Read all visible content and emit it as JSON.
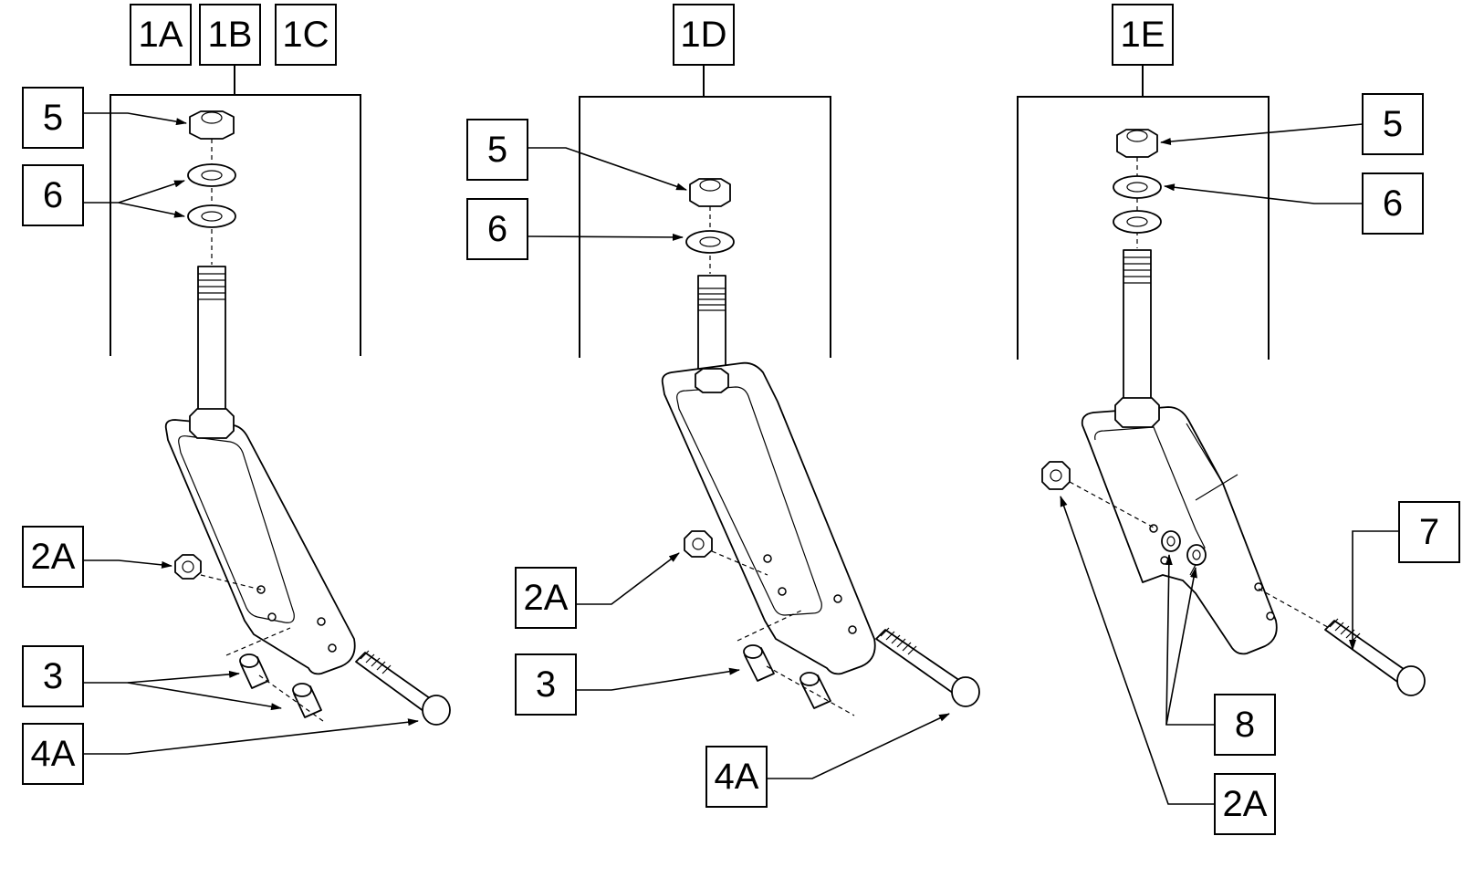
{
  "diagram": {
    "groups": [
      {
        "id": "group-left",
        "header_labels": [
          "1A",
          "1B",
          "1C"
        ],
        "callouts": {
          "nut": "5",
          "washer": "6",
          "locknut": "2A",
          "spacer": "3",
          "bolt": "4A"
        }
      },
      {
        "id": "group-middle",
        "header_labels": [
          "1D"
        ],
        "callouts": {
          "nut": "5",
          "washer": "6",
          "locknut": "2A",
          "spacer": "3",
          "bolt": "4A"
        }
      },
      {
        "id": "group-right",
        "header_labels": [
          "1E"
        ],
        "callouts": {
          "nut": "5",
          "washer": "6",
          "bolt": "7",
          "bushing": "8",
          "locknut": "2A"
        }
      }
    ]
  }
}
